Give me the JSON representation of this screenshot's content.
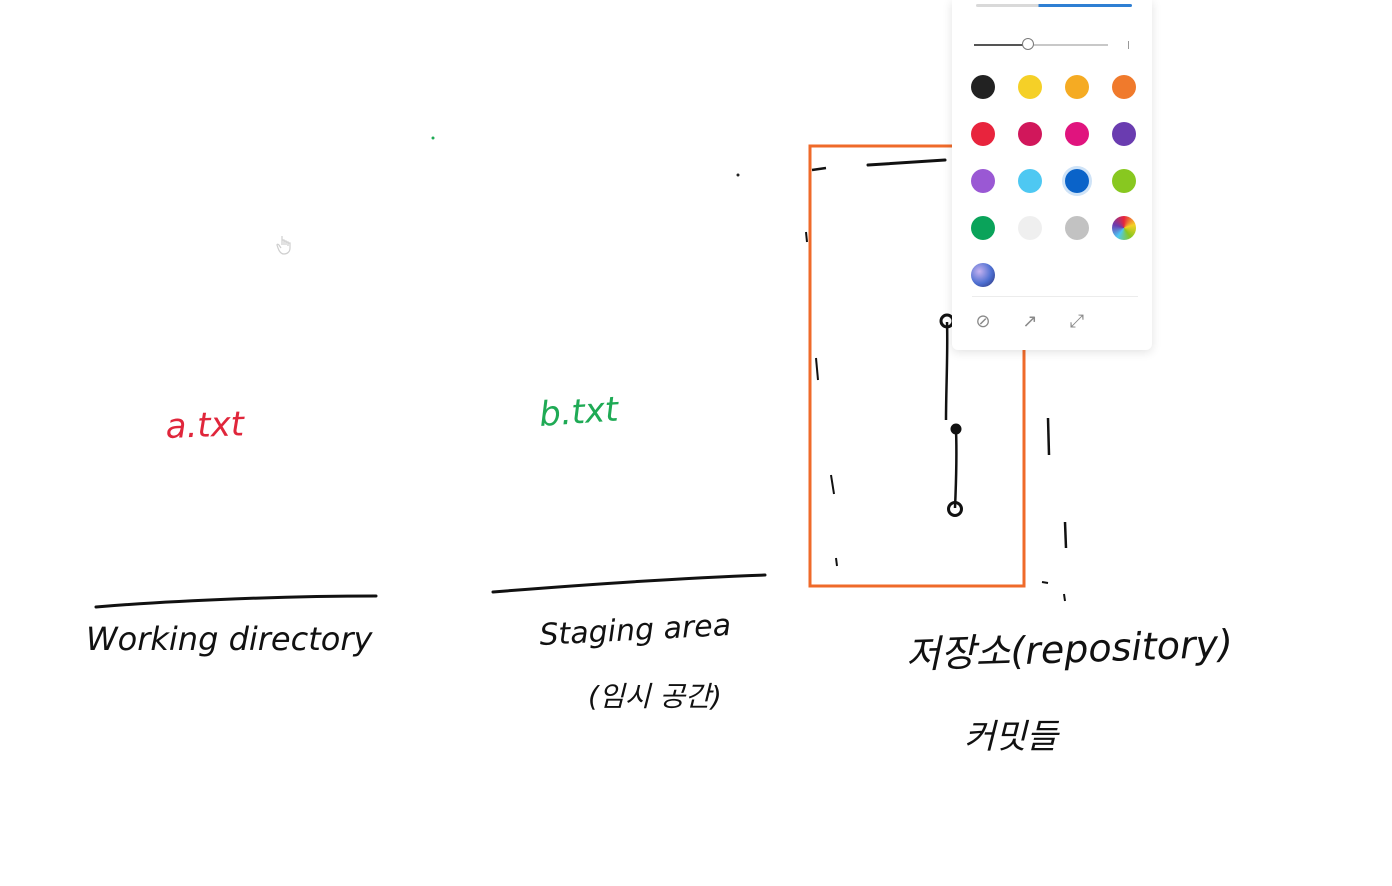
{
  "labels": {
    "file_a": "a.txt",
    "file_b": "b.txt",
    "working_directory": "Working directory",
    "staging_area": "Staging area",
    "staging_area_sub": "(임시 공간)",
    "repository": "저장소(repository)",
    "repository_sub": "커밋들"
  },
  "colors": {
    "file_a_ink": "#e0263b",
    "file_b_ink": "#1faa55",
    "ink": "#111111",
    "repository_box": "#ef6a2a"
  },
  "palette": {
    "stroke_size_level": 0.4,
    "swatches": [
      {
        "name": "black",
        "color": "#222222"
      },
      {
        "name": "yellow",
        "color": "#f5d027"
      },
      {
        "name": "amber",
        "color": "#f5ab23"
      },
      {
        "name": "orange",
        "color": "#f07a2c"
      },
      {
        "name": "red",
        "color": "#e8243d"
      },
      {
        "name": "crimson",
        "color": "#d1175b"
      },
      {
        "name": "magenta",
        "color": "#e0147e"
      },
      {
        "name": "purple",
        "color": "#6a3cb0"
      },
      {
        "name": "violet",
        "color": "#9a58d4"
      },
      {
        "name": "light-blue",
        "color": "#4ec8f2"
      },
      {
        "name": "blue",
        "color": "#0a63c9",
        "selected": true
      },
      {
        "name": "lime",
        "color": "#88c820"
      },
      {
        "name": "green",
        "color": "#0aa35a"
      },
      {
        "name": "white",
        "color": "#efefef"
      },
      {
        "name": "gray",
        "color": "#c2c2c2"
      },
      {
        "name": "rainbow",
        "color": "rainbow"
      },
      {
        "name": "galaxy",
        "color": "galaxy"
      }
    ],
    "tools": [
      {
        "name": "no-fill-icon",
        "glyph": "⊘"
      },
      {
        "name": "arrow-end-icon",
        "glyph": "↗"
      },
      {
        "name": "arrow-both-icon",
        "glyph": "⤢"
      }
    ]
  }
}
